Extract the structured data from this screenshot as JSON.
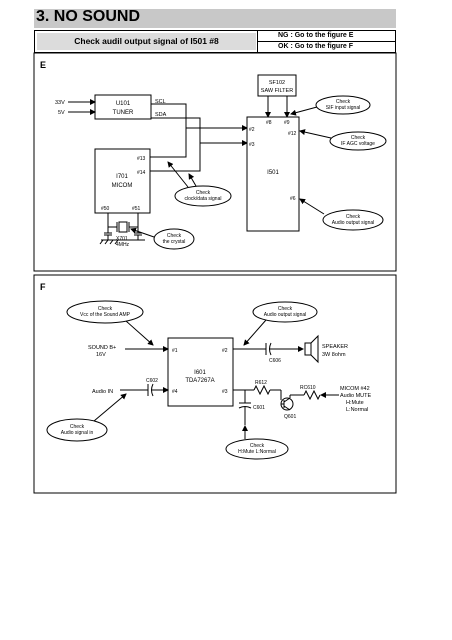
{
  "title": "3. NO SOUND",
  "header": {
    "check_text": "Check audil output signal of I501 #8",
    "ng_text": "NG : Go to the figure E",
    "ok_text": "OK : Go to the figure F"
  },
  "figure_e": {
    "label": "E",
    "tuner": {
      "name": "U101",
      "sub": "TUNER",
      "scl": "SCL",
      "sda": "SDA",
      "v33": "33V",
      "v5": "5V"
    },
    "saw": {
      "name": "SF102",
      "sub": "SAW FILTER",
      "p8": "#8",
      "p9": "#9"
    },
    "i501": {
      "name": "I501",
      "p2": "#2",
      "p3": "#3",
      "p12": "#12",
      "p6": "#6"
    },
    "micom": {
      "name": "I701",
      "sub": "MICOM",
      "p13": "#13",
      "p14": "#14",
      "p50": "#50",
      "p51": "#51"
    },
    "crystal": {
      "name": "X701",
      "freq": "4MHz"
    },
    "bubbles": {
      "sif": [
        "Check",
        "SIF input signal"
      ],
      "agc": [
        "Check",
        "IF AGC voltage"
      ],
      "clock": [
        "Check",
        "clock/data signal"
      ],
      "crystal": [
        "Check",
        "the crystal"
      ],
      "audio": [
        "Check",
        "Audio output signal"
      ]
    }
  },
  "figure_f": {
    "label": "F",
    "amp": {
      "name": "I601",
      "sub": "TDA7267A",
      "p1": "#1",
      "p2": "#2",
      "p3": "#3",
      "p4": "#4"
    },
    "sound_b": [
      "SOUND B+",
      "16V"
    ],
    "audio_in": "Audio IN",
    "c602": "C602",
    "c606": "C606",
    "c601": "C601",
    "r612": "R612",
    "rc610": "RC610",
    "q601": "Q601",
    "speaker": [
      "SPEAKER",
      "3W 8ohm"
    ],
    "micom": [
      "MICOM #42",
      "Audio MUTE",
      "H:Mute",
      "L:Normal"
    ],
    "bubbles": {
      "vcc": [
        "Check",
        "Vcc of the Sound AMP"
      ],
      "out": [
        "Check",
        "Audio output signal"
      ],
      "in": [
        "Check",
        "Audio signal in"
      ],
      "mute": [
        "Check",
        "H:Mute L:Normal"
      ]
    }
  }
}
